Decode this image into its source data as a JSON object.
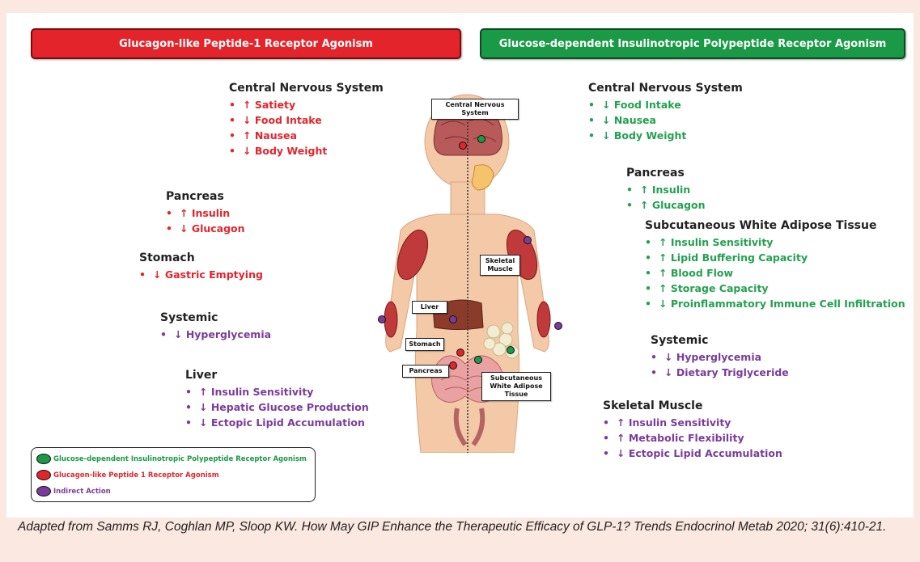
{
  "banners": {
    "left": "Glucagon-like Peptide-1 Receptor Agonism",
    "right": "Glucose-dependent Insulinotropic Polypeptide Receptor Agonism"
  },
  "left": {
    "cns": {
      "title": "Central Nervous System",
      "items": [
        "↑ Satiety",
        "↓ Food Intake",
        "↑ Nausea",
        "↓ Body Weight"
      ]
    },
    "pancreas": {
      "title": "Pancreas",
      "items": [
        "↑ Insulin",
        "↓ Glucagon"
      ]
    },
    "stomach": {
      "title": "Stomach",
      "items": [
        "↓ Gastric Emptying"
      ]
    },
    "systemic": {
      "title": "Systemic",
      "items": [
        "↓ Hyperglycemia"
      ]
    },
    "liver": {
      "title": "Liver",
      "items": [
        "↑ Insulin Sensitivity",
        "↓ Hepatic Glucose Production",
        "↓ Ectopic Lipid Accumulation"
      ]
    }
  },
  "right": {
    "cns": {
      "title": "Central Nervous System",
      "items": [
        "↓ Food Intake",
        "↓ Nausea",
        "↓ Body Weight"
      ]
    },
    "pancreas": {
      "title": "Pancreas",
      "items": [
        "↑ Insulin",
        "↑ Glucagon"
      ]
    },
    "swat": {
      "title": "Subcutaneous White Adipose Tissue",
      "items": [
        "↑ Insulin Sensitivity",
        "↑ Lipid Buffering Capacity",
        "↑ Blood Flow",
        "↑ Storage Capacity",
        "↓ Proinflammatory Immune Cell Infiltration"
      ]
    },
    "systemic": {
      "title": "Systemic",
      "items": [
        "↓ Hyperglycemia",
        "↓ Dietary Triglyceride"
      ]
    },
    "muscle": {
      "title": "Skeletal Muscle",
      "items": [
        "↑ Insulin Sensitivity",
        "↑ Metabolic Flexibility",
        "↓ Ectopic Lipid Accumulation"
      ]
    }
  },
  "figure_labels": {
    "cns": "Central Nervous System",
    "muscle": "Skeletal Muscle",
    "liver": "Liver",
    "stomach": "Stomach",
    "pancreas": "Pancreas",
    "swat": "Subcutaneous White Adipose Tissue"
  },
  "legend": [
    {
      "label": "Glucose-dependent Insulinotropic Polypeptide Receptor Agonism",
      "color": "#1a9a47"
    },
    {
      "label": "Glucagon-like Peptide 1 Receptor Agonism",
      "color": "#e3242b"
    },
    {
      "label": "Indirect Action",
      "color": "#7a3c9c"
    }
  ],
  "citation": "Adapted from Samms RJ, Coghlan MP, Sloop KW. How May GIP Enhance the Therapeutic Efficacy of GLP-1? Trends Endocrinol Metab 2020; 31(6):410-21.",
  "colors": {
    "glp1": "#e3242b",
    "gip": "#1a9a47",
    "indirect": "#7a3c9c",
    "background": "#fbe9e1"
  }
}
